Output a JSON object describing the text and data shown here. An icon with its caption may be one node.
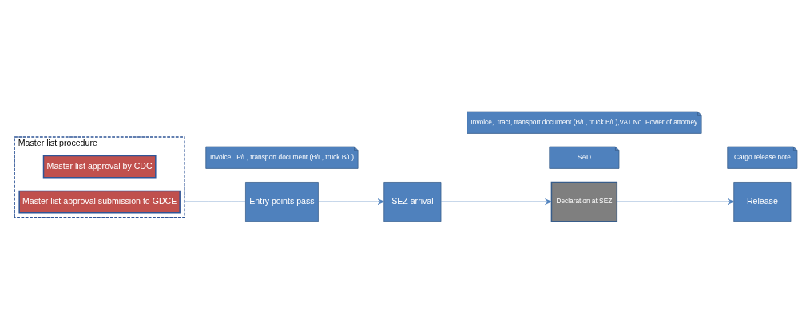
{
  "diagram": {
    "nodes": [
      {
        "text": [
          "Master list procedure"
        ]
      },
      {
        "text": [
          "Master list approval by CDC"
        ],
        "in": 0
      },
      {
        "text": [
          "Master list approval submission to GDCE"
        ],
        "in": 0
      },
      {
        "text": [
          "Entry points pass"
        ]
      },
      {
        "text": [
          "SEZ arrival"
        ]
      },
      {
        "text": [
          "Declaration at SEZ"
        ]
      },
      {
        "text": [
          "Release"
        ]
      },
      {
        "text": [
          "Invoice,  P/L, transport document (B/L, truck B/L)"
        ]
      },
      {
        "text": [
          "SAD"
        ]
      },
      {
        "text": [
          "Invoice,  tract, transport document (B/L, truck B/L),VAT No. Power of attorney"
        ]
      },
      {
        "text": [
          "Cargo release note"
        ]
      }
    ],
    "edges": [
      {
        "from": 0,
        "to": 3,
        "arrow": "none"
      },
      {
        "from": 3,
        "to": 4,
        "arrow": "to"
      },
      {
        "from": 4,
        "to": 5,
        "arrow": "to"
      },
      {
        "from": 5,
        "to": 6,
        "arrow": "to"
      }
    ]
  }
}
